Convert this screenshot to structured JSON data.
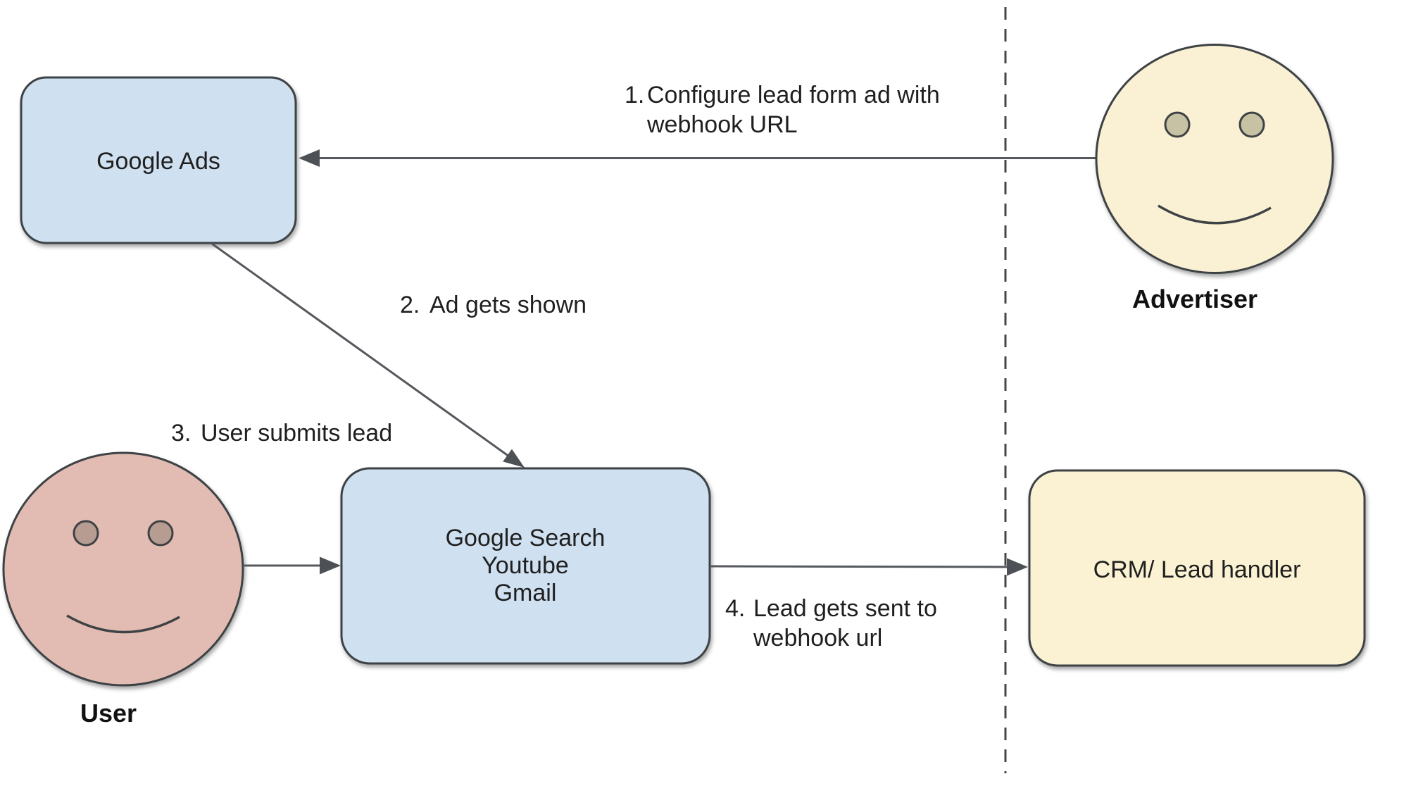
{
  "diagram": {
    "nodes": {
      "google_ads": {
        "label": "Google Ads",
        "fill": "#cfe0f1"
      },
      "google_surfaces": {
        "line1": "Google Search",
        "line2": "Youtube",
        "line3": "Gmail",
        "fill": "#cfe0f1"
      },
      "crm": {
        "label": "CRM/ Lead handler",
        "fill": "#fbf2d3"
      }
    },
    "actors": {
      "advertiser": {
        "label": "Advertiser",
        "face_fill": "#faf0d3",
        "eye_fill": "#c7c2a4"
      },
      "user": {
        "label": "User",
        "face_fill": "#e2bcb2",
        "eye_fill": "#b79c92"
      }
    },
    "steps": {
      "s1": {
        "num": "1.",
        "line1": "Configure lead form ad with",
        "line2": "webhook URL"
      },
      "s2": {
        "num": "2.",
        "line1": "Ad gets shown"
      },
      "s3": {
        "num": "3.",
        "line1": "User submits lead"
      },
      "s4": {
        "num": "4.",
        "line1": "Lead gets sent to",
        "line2": "webhook url"
      }
    },
    "colors": {
      "outline": "#3e4245",
      "arrow": "#55585c",
      "dashed_line": "#44474a",
      "text": "#1f1f1f",
      "background": "#ffffff"
    }
  }
}
